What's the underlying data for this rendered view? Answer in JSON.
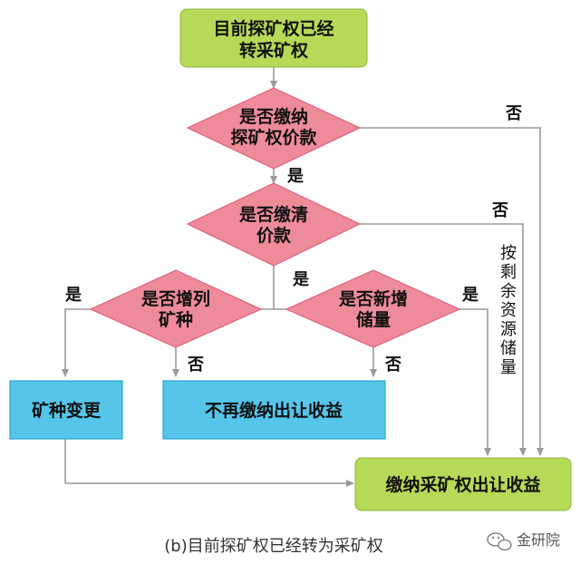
{
  "nodes": {
    "start": {
      "line1": "目前探矿权已经",
      "line2": "转采矿权"
    },
    "d1": {
      "line1": "是否缴纳",
      "line2": "探矿权价款"
    },
    "d2": {
      "line1": "是否缴清",
      "line2": "价款"
    },
    "d3": {
      "line1": "是否增列",
      "line2": "矿种"
    },
    "d4": {
      "line1": "是否新增",
      "line2": "储量"
    },
    "change": {
      "text": "矿种变更"
    },
    "nopay": {
      "text": "不再缴纳出让收益"
    },
    "pay": {
      "text": "缴纳采矿权出让收益"
    }
  },
  "labels": {
    "d1_no": "否",
    "d1_yes": "是",
    "d2_no": "否",
    "d2_yes": "是",
    "d3_yes": "是",
    "d3_no": "否",
    "d4_yes": "是",
    "d4_no": "否",
    "remaining": [
      "按",
      "剩",
      "余",
      "资",
      "源",
      "储",
      "量"
    ]
  },
  "caption": "(b)目前探矿权已经转为采矿权",
  "watermark": "金研院",
  "colors": {
    "start_fill": "#b6d957",
    "decision_fill": "#ee8b9a",
    "decision_stroke": "#e0607a",
    "process_fill": "#55c5ea",
    "process_stroke": "#2fa5cf",
    "end_fill": "#b6d957",
    "line": "#9a9a9a"
  }
}
